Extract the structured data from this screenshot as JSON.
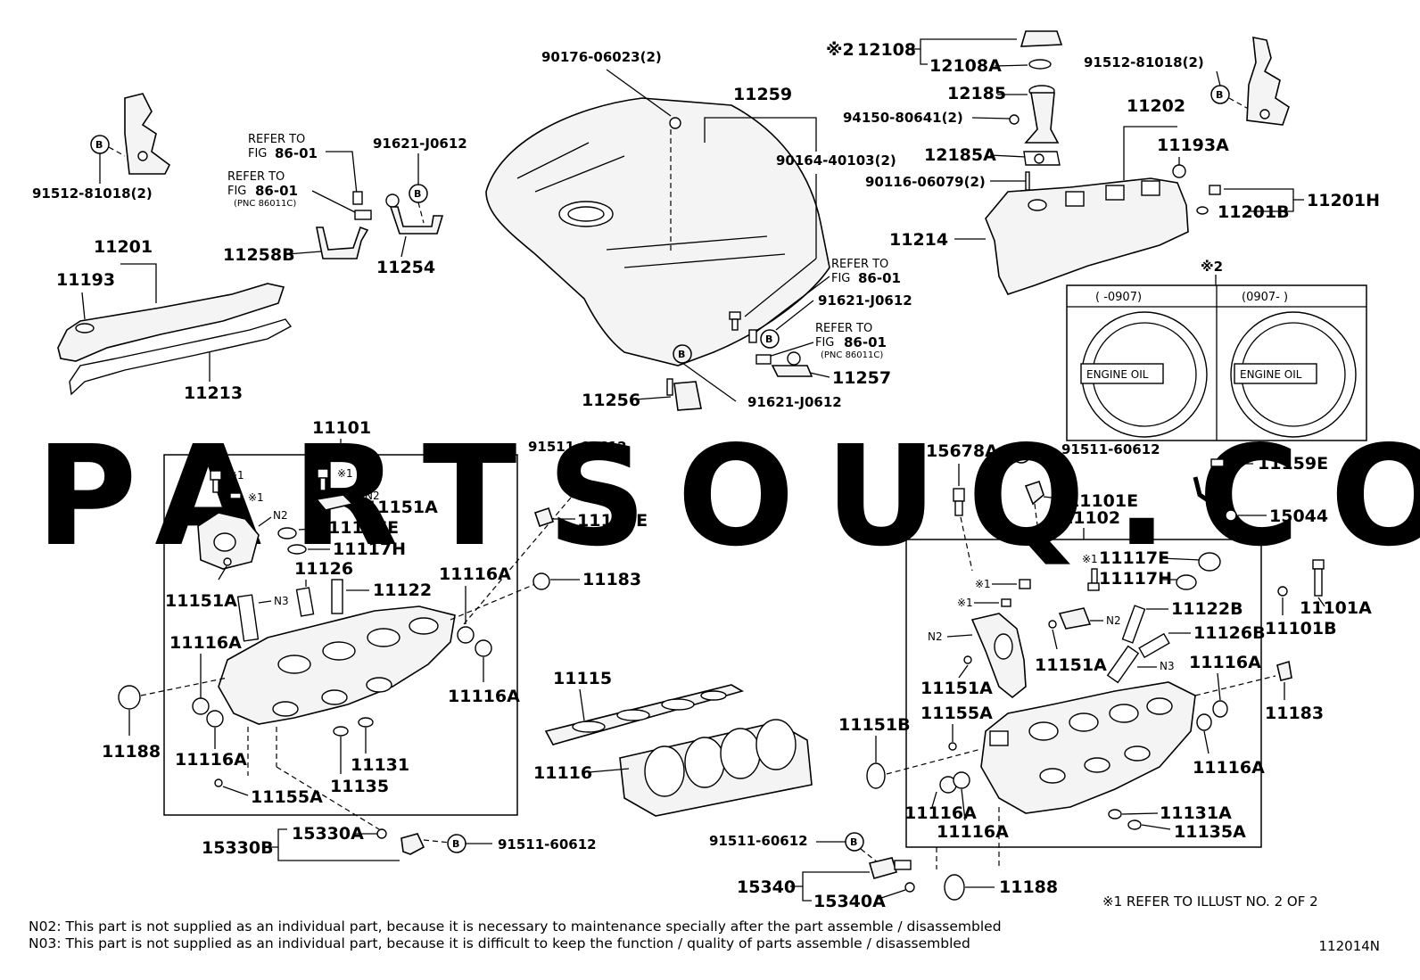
{
  "watermark": "PARTSOUQ.COM",
  "labels": {
    "p90176": "90176-06023(2)",
    "p11259": "11259",
    "p90164": "90164-40103(2)",
    "p12108mark": "※2",
    "p12108": "12108",
    "p12108A": "12108A",
    "p12185": "12185",
    "p94150": "94150-80641(2)",
    "p12185A": "12185A",
    "p90116": "90116-06079(2)",
    "p91512_r": "91512-81018(2)",
    "p11202": "11202",
    "p11193A": "11193A",
    "p11201H": "11201H",
    "p11201B": "11201B",
    "p11214": "11214",
    "p91512_l": "91512-81018(2)",
    "p11201": "11201",
    "p11193": "11193",
    "p11213": "11213",
    "p91621_a": "91621-J0612",
    "p11254": "11254",
    "p11258B": "11258B",
    "p91621_b": "91621-J0612",
    "p11257": "11257",
    "p11256": "11256",
    "p91621_c": "91621-J0612",
    "p11101": "11101",
    "p91511_a": "91511-60612",
    "p11101E_a": "11101E",
    "p11151A_a": "11151A",
    "p11117E_a": "11117E",
    "p11117H_a": "11117H",
    "p11126": "11126",
    "p11122": "11122",
    "p11151A_b": "11151A",
    "p11116A_a": "11116A",
    "p11183_a": "11183",
    "p11116A_b": "11116A",
    "p11116A_c": "11116A",
    "p11188_a": "11188",
    "p11116A_d": "11116A",
    "p11131": "11131",
    "p11135": "11135",
    "p11155A_a": "11155A",
    "p15330A": "15330A",
    "p15330B": "15330B",
    "p91511_b": "91511-60612",
    "p11115": "11115",
    "p11116": "11116",
    "p15678A": "15678A",
    "p91511_c": "91511-60612",
    "p11159E": "11159E",
    "p11101E_b": "11101E",
    "p11102": "11102",
    "p15044": "15044",
    "p11117E_b": "11117E",
    "p11117H_b": "11117H",
    "p11122B": "11122B",
    "p11126B": "11126B",
    "p11101A": "11101A",
    "p11101B": "11101B",
    "p11151A_c": "11151A",
    "p11116A_e": "11116A",
    "p11151A_d": "11151A",
    "p11155A_b": "11155A",
    "p11183_b": "11183",
    "p11151B": "11151B",
    "p11116A_f": "11116A",
    "p11116A_g": "11116A",
    "p11116A_h": "11116A",
    "p11131A": "11131A",
    "p11135A": "11135A",
    "p91511_d": "91511-60612",
    "p15340": "15340",
    "p15340A": "15340A",
    "p11188_b": "11188"
  },
  "refer": {
    "line1": "REFER TO",
    "fig": "FIG",
    "num": "86-01",
    "pnc": "(PNC 86011C)"
  },
  "tags": {
    "b": "B",
    "n2": "N2",
    "n3": "N3",
    "star1": "※1",
    "star2": "※2"
  },
  "inset": {
    "col1": "(      -0907)",
    "col2": "(0907-      )",
    "cap_text": "ENGINE OIL"
  },
  "illust_note": "※1  REFER TO ILLUST NO. 2 OF 2",
  "notes": [
    "N02: This part is not supplied as an individual part, because it is necessary to maintenance specially after the part assemble / disassembled",
    "N03: This part is not supplied as an individual part, because it is difficult to keep the function / quality of parts  assemble / disassembled"
  ],
  "diagram_ref": "112014N"
}
